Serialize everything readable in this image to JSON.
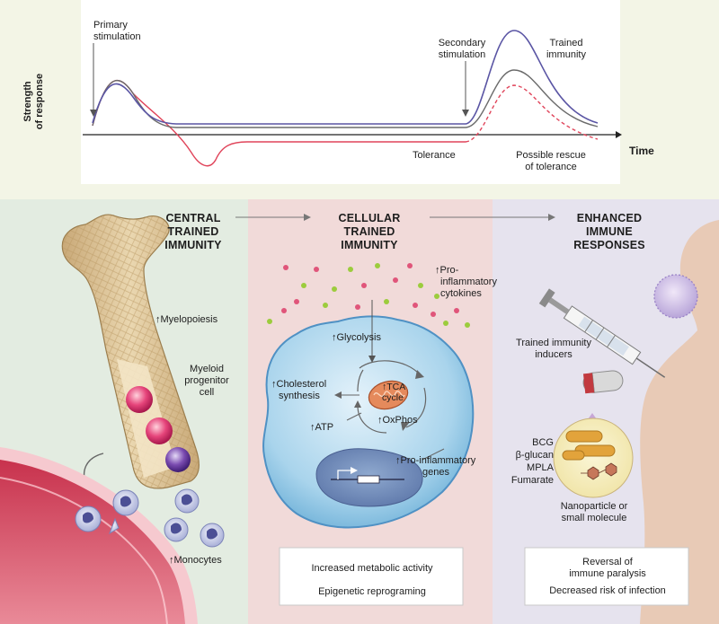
{
  "graph": {
    "y_axis_label_line1": "Strength",
    "y_axis_label_line2": "of response",
    "x_axis_label": "Time",
    "primary_stimulation_line1": "Primary",
    "primary_stimulation_line2": "stimulation",
    "secondary_stimulation_line1": "Secondary",
    "secondary_stimulation_line2": "stimulation",
    "trained_immunity_line1": "Trained",
    "trained_immunity_line2": "immunity",
    "tolerance": "Tolerance",
    "rescue_line1": "Possible rescue",
    "rescue_line2": "of tolerance",
    "colors": {
      "trained": "#5a55a4",
      "baseline": "#6b6b6b",
      "tolerance": "#e0445a"
    }
  },
  "panels": {
    "central": {
      "title_line1": "CENTRAL",
      "title_line2": "TRAINED",
      "title_line3": "IMMUNITY",
      "myelopoiesis": "Myelopoiesis",
      "myeloid_line1": "Myeloid",
      "myeloid_line2": "progenitor",
      "myeloid_line3": "cell",
      "monocytes": "Monocytes",
      "background": "#e3ece1"
    },
    "cellular": {
      "title_line1": "CELLULAR",
      "title_line2": "TRAINED",
      "title_line3": "IMMUNITY",
      "cytokines_line1": "Pro-",
      "cytokines_line2": "inflammatory",
      "cytokines_line3": "cytokines",
      "glycolysis": "Glycolysis",
      "cholesterol_line1": "Cholesterol",
      "cholesterol_line2": "synthesis",
      "tca_line1": "TCA",
      "tca_line2": "cycle",
      "oxphos": "OxPhos",
      "atp": "ATP",
      "genes_line1": "Pro-inflammatory",
      "genes_line2": "genes",
      "box_line1": "Increased metabolic activity",
      "box_line2": "Epigenetic reprograming",
      "background": "#f1dad9"
    },
    "enhanced": {
      "title_line1": "ENHANCED",
      "title_line2": "IMMUNE",
      "title_line3": "RESPONSES",
      "inducers_line1": "Trained immunity",
      "inducers_line2": "inducers",
      "bcg": "BCG",
      "glucan": "β-glucan",
      "mpla": "MPLA",
      "fumarate": "Fumarate",
      "nano_line1": "Nanoparticle or",
      "nano_line2": "small molecule",
      "box_line1": "Reversal of",
      "box_line2": "immune paralysis",
      "box_line3": "Decreased risk of infection",
      "background": "#e6e3ee"
    }
  },
  "arrow_glyph": "↑"
}
